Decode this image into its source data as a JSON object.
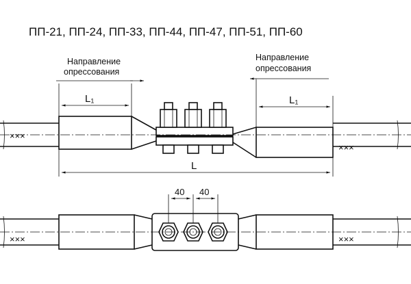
{
  "title": "ПП-21, ПП-24, ПП-33, ПП-44, ПП-47, ПП-51, ПП-60",
  "left_note": {
    "line1": "Направление",
    "line2": "опрессования"
  },
  "right_note": {
    "line1": "Направление",
    "line2": "опрессования"
  },
  "dims": {
    "l1_left": "L₁",
    "l1_right": "L₁",
    "overall": "L",
    "spacing_1": "40",
    "spacing_2": "40"
  },
  "cable_marks": {
    "left_top": "×××",
    "right_top": "×××",
    "left_bottom": "×××",
    "right_bottom": "×××"
  }
}
